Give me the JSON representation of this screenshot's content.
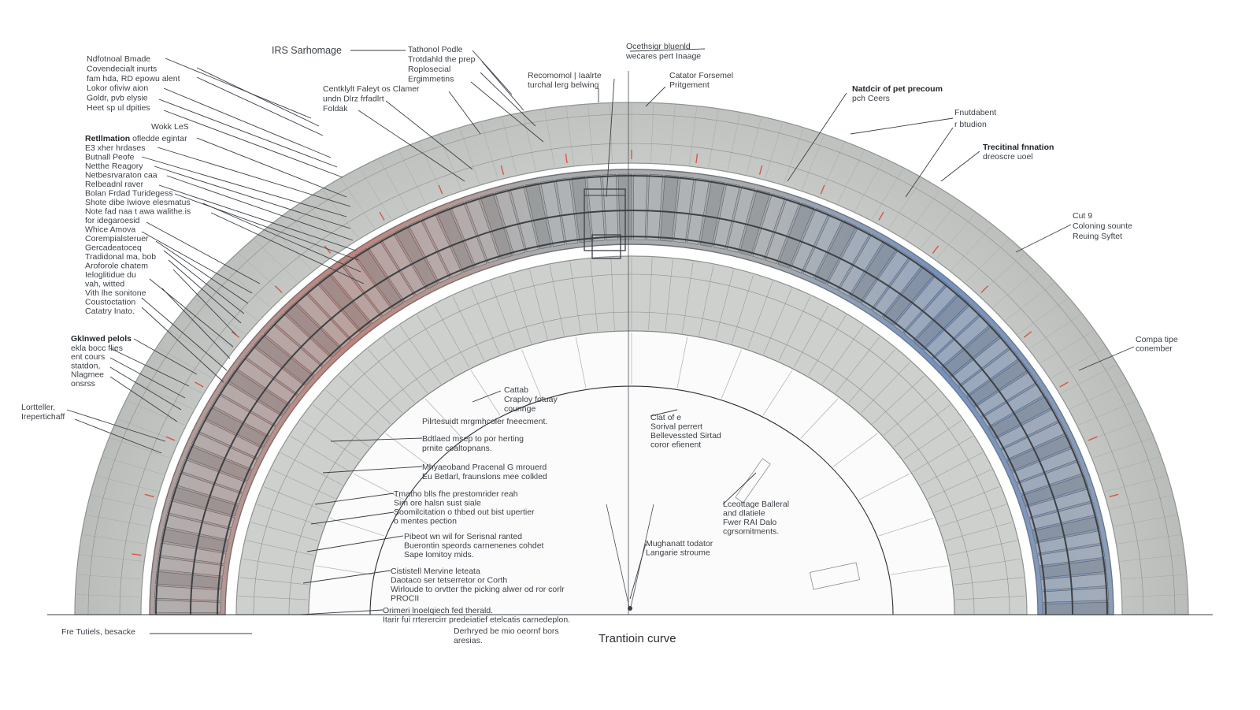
{
  "title": "Trantioin curve",
  "colors": {
    "outer_band": "#c8cbc8",
    "mid_band": "#cfd2cf",
    "segment_dark": "#8c8f92",
    "segment_light": "#b7babc",
    "accent_red": "#d9553f",
    "accent_blue": "#5d86c7",
    "leader": "#3a3f46",
    "text": "#3a3f46"
  },
  "labels": {
    "left_top": [
      "Ndfotnoal Bmade",
      "Covendecialt inurts",
      "fam hda, RD epowu alent",
      "Lokor ofiviw aion",
      "Goldr, pvb elysie",
      "Heet sp ul dpities"
    ],
    "left_wic": "Wokk LeS",
    "left_mid_bold": "Retllmation",
    "left_mid_bold_rest": " ofledde egintar",
    "left_mid": [
      "E3 xher hrdases",
      "Butnall Peofe",
      "Netthe Reagory",
      "Netbesrvaraton caa",
      "Relbeadnl raver",
      "Bolan Frdad Turidegess",
      "Shote dibe Iwiove elesmatus",
      "Note fad naa t awa walithe.is",
      "for idegaroesid",
      "Whice Amova",
      "Corempialsteruer",
      "Gercadeatoceq",
      "Tradidonal ma, bob",
      "Aroforole chatem",
      "Ieloglitidue du",
      "vah, witted",
      "Vith lhe sonitone",
      "Coustoctation",
      "Catatry Inato."
    ],
    "left_low_bold": "Gklnwed pelols",
    "left_low": [
      "ekla bocc flies",
      "ent  cours",
      "statdon,",
      "Nlagmee",
      "onsrss"
    ],
    "left_far": [
      "Lortteller,",
      "Irepertichaff"
    ],
    "bottom_left": "Fre Tutiels, besacke",
    "top_1": "IRS Sarhomage",
    "top_2": [
      "Tathonol Podle",
      "Trotdahld the prep",
      "Roplosecial",
      "Ergimmetins"
    ],
    "top_3": [
      "Centklylt Faleyt os Clamer",
      "undn Dlrz  frfadlrt",
      "Foldak"
    ],
    "top_4": [
      "Recomomol | Iaalrte",
      "turchal lerg belwing"
    ],
    "top_5": [
      "Ocethsigr bluenld",
      "wecares pert Inaage"
    ],
    "top_6": [
      "Catator Forsemel",
      "Pritgement"
    ],
    "top_right_bold": "Natdcir of pet precoum",
    "top_right": [
      "pch Ceers"
    ],
    "right_1": [
      "Fnutdabent",
      "r btudion"
    ],
    "right_2_bold": "Trecitinal fnnation",
    "right_2": [
      "dreoscre uoel"
    ],
    "right_3": [
      "Cut 9",
      "Coloning sounte",
      "Reuing Syftet"
    ],
    "right_4": [
      "Compa tipe",
      "conember"
    ],
    "center_1": [
      "Cattab",
      "Craploy fotuay",
      "counnge"
    ],
    "center_2": "Pilrtesuidt mrgmhcoler fneecment.",
    "center_3": [
      "Bdtlaed msep to por herting",
      "prnite coaltopnans."
    ],
    "center_4": [
      "Mhyaeoband Pracenal G mrouerd",
      "Eu Betlarl, fraunslons mee colkled"
    ],
    "center_5": [
      "Tmatho blls fhe prestomrider reah",
      "Sim ore halsn sust siale",
      "Soomilcitation o thbed out bist upertier",
      "o mentes pection"
    ],
    "center_6": [
      "Pibeot wn wil for Serisnal ranted",
      "Buerontin speords carnenenes cohdet",
      "Sape lomitoy mids."
    ],
    "center_7": [
      "Cististell Mervine leteata",
      "Daotaco ser tetserretor or Corth",
      "Wirloude to orvtter the picking alwer od ror corlr",
      "PROCII"
    ],
    "center_8": [
      "Orimeri lnoelqiech fed therald.",
      "Itarir fui rrterercirr predeiatief etelcatis carnedeplon."
    ],
    "center_9": [
      "Derhryed be mio oeornf bors",
      "aresias."
    ],
    "inner_1": [
      "Clat of e",
      "Sorival perrert",
      "Bellevessted Sirtad",
      "coror efienent"
    ],
    "inner_2": [
      "Lceottage Balleral",
      "and dlatiele",
      "Fwer RAI Dalo",
      "cgrsomitments."
    ],
    "inner_3": [
      "Mughanatt todator",
      "Langarie stroume"
    ]
  }
}
